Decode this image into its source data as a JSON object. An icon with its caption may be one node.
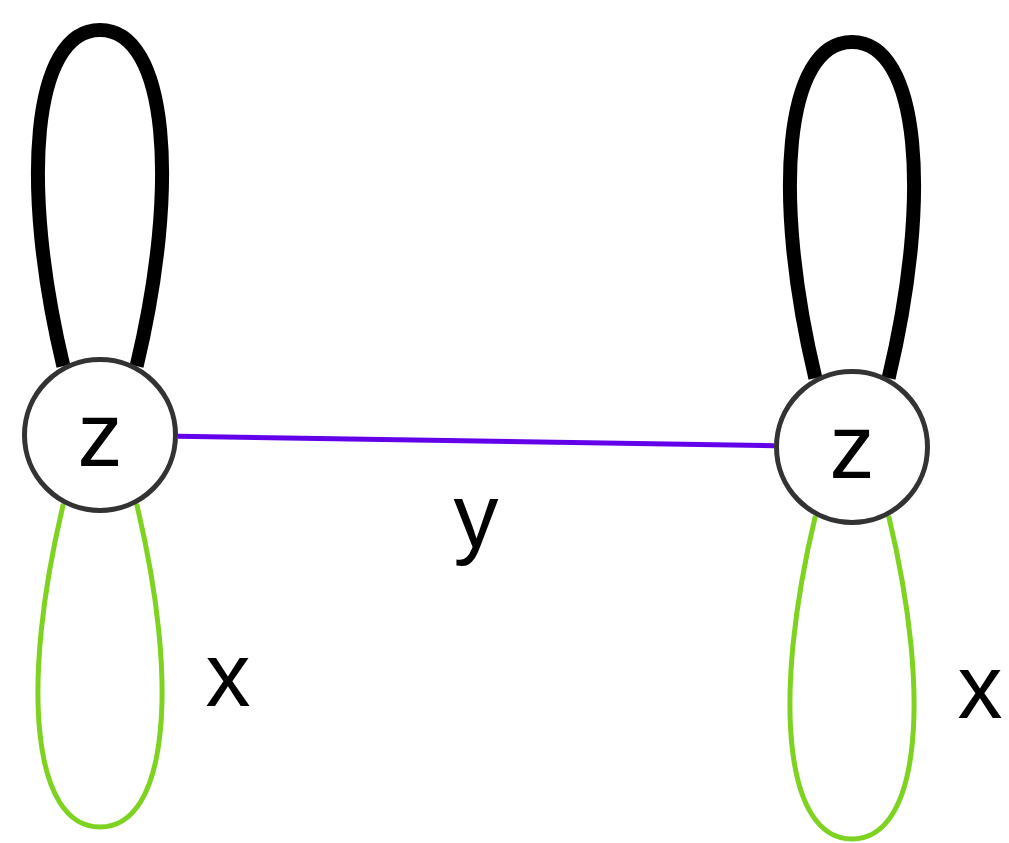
{
  "diagram": {
    "nodes": [
      {
        "text": [
          "z"
        ]
      },
      {
        "text": [
          "z"
        ]
      }
    ],
    "edges": [
      {
        "from": 0,
        "to": 0,
        "arrow": "none",
        "style": "thick",
        "color": "#000000"
      },
      {
        "from": 0,
        "to": 0,
        "arrow": "none",
        "label": "x",
        "color": "#7ed321"
      },
      {
        "from": 0,
        "to": 1,
        "arrow": "none",
        "label": "y",
        "color": "#6200ea"
      },
      {
        "from": 1,
        "to": 1,
        "arrow": "none",
        "style": "thick",
        "color": "#000000"
      },
      {
        "from": 1,
        "to": 1,
        "arrow": "none",
        "label": "x",
        "color": "#7ed321"
      }
    ]
  }
}
